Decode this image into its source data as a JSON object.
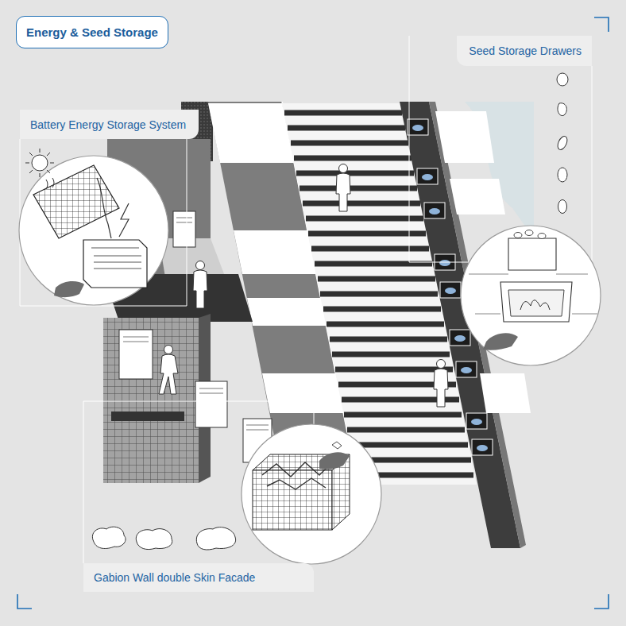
{
  "diagram": {
    "title": "Energy & Seed Storage",
    "nodes": [
      {
        "text": [
          "Seed Storage Drawers"
        ]
      },
      {
        "text": [
          "Battery Energy Storage System"
        ]
      },
      {
        "text": [
          "Gabion Wall double Skin Facade"
        ]
      }
    ]
  }
}
